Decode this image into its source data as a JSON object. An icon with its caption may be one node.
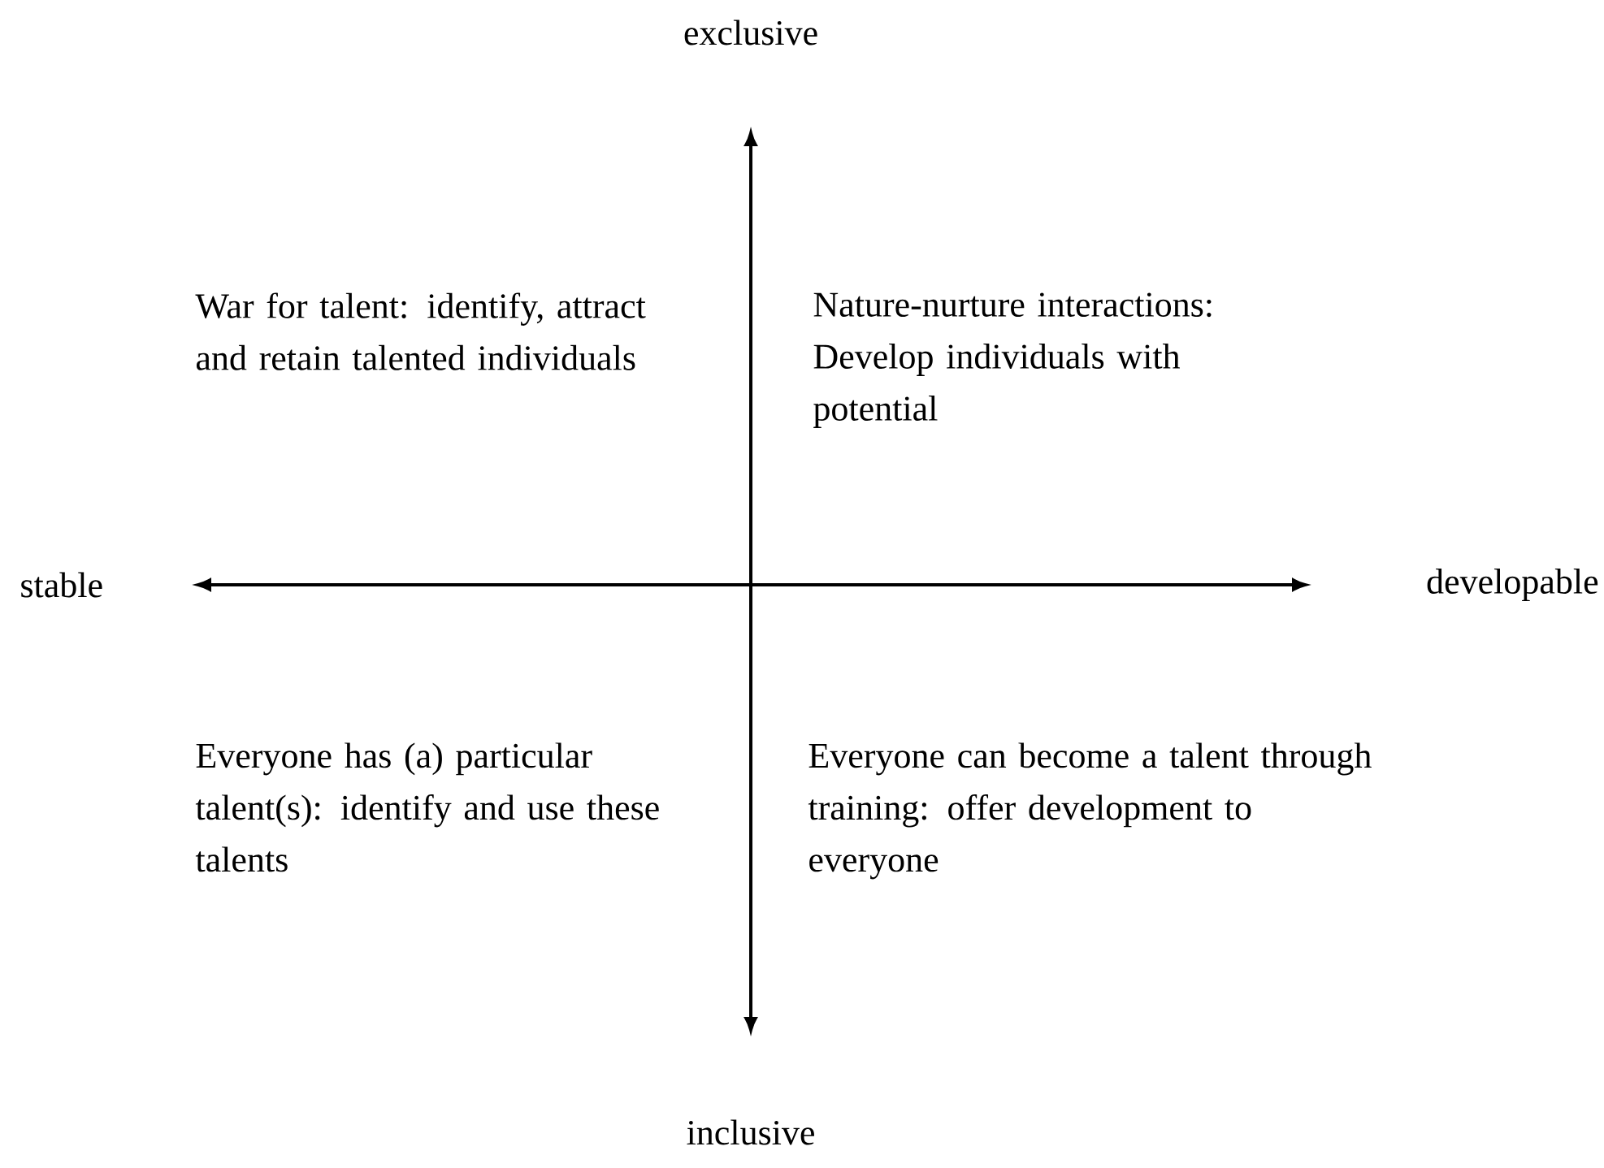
{
  "diagram": {
    "labels": [
      "exclusive",
      "War for talent: identify, attract and retain talented individuals",
      "Nature-nurture interactions: Develop individuals with potential",
      "stable",
      "developable",
      "Everyone has (a) particular talent(s): identify and use these talents",
      "Everyone can become a talent through training: offer development to everyone",
      "inclusive"
    ]
  }
}
